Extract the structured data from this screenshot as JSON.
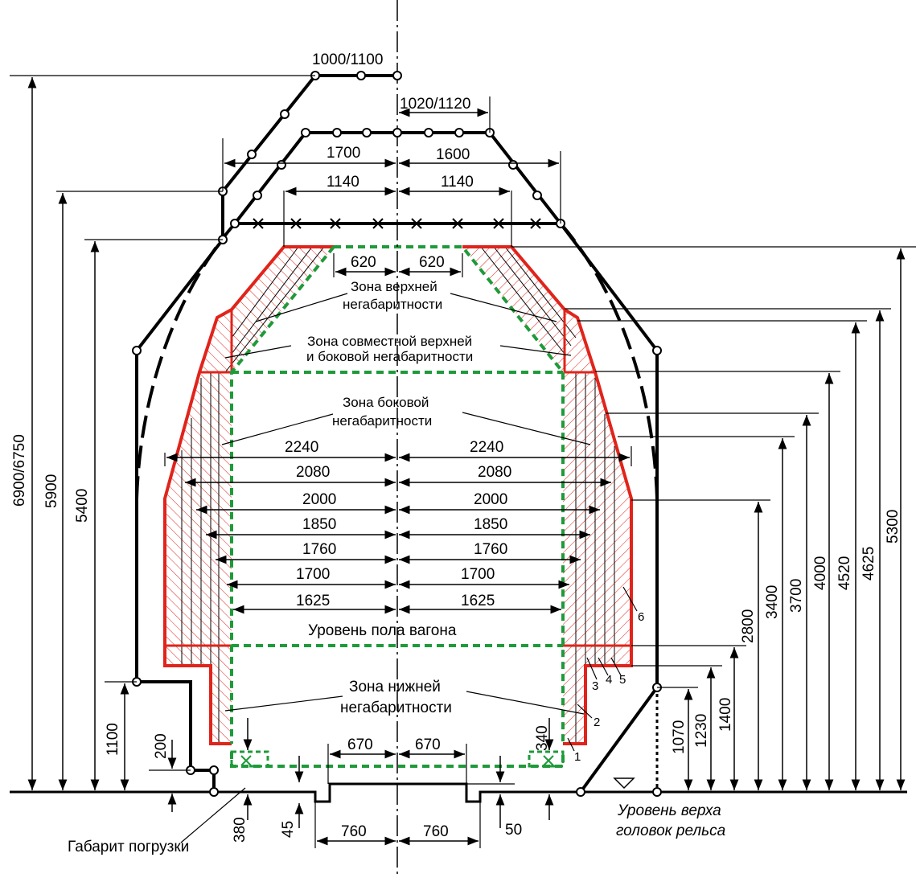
{
  "colors": {
    "outline": "#000000",
    "zone_border": "#e0241b",
    "hatch": "#e0241b",
    "green_dashed": "#1f9a3a"
  },
  "labels": {
    "zone_top": [
      "Зона верхней",
      "негабаритности"
    ],
    "zone_joint": [
      "Зона совместной верхней",
      "и боковой негабаритности"
    ],
    "zone_side": [
      "Зона боковой",
      "негабаритности"
    ],
    "zone_bottom": [
      "Зона нижней",
      "негабаритности"
    ],
    "floor_level": "Уровень пола вагона",
    "rail_level": [
      "Уровень верха",
      "головок рельса"
    ],
    "loading_gauge": "Габарит погрузки"
  },
  "top_dims": {
    "d_1000": "1000/1100",
    "d_1020": "1020/1120",
    "d_1700": "1700",
    "d_1600": "1600",
    "d_1140_l": "1140",
    "d_1140_r": "1140",
    "d_620_l": "620",
    "d_620_r": "620"
  },
  "width_dims": [
    {
      "left": "2240",
      "right": "2240"
    },
    {
      "left": "2080",
      "right": "2080"
    },
    {
      "left": "2000",
      "right": "2000"
    },
    {
      "left": "1850",
      "right": "1850"
    },
    {
      "left": "1760",
      "right": "1760"
    },
    {
      "left": "1700",
      "right": "1700"
    },
    {
      "left": "1625",
      "right": "1625"
    }
  ],
  "bottom_dims": {
    "d_670_l": "670",
    "d_670_r": "670",
    "d_760_l": "760",
    "d_760_r": "760",
    "d_380": "380",
    "d_45": "45",
    "d_50": "50",
    "d_200": "200",
    "d_340": "340"
  },
  "left_heights": {
    "h_6900": "6900/6750",
    "h_5900": "5900",
    "h_5400": "5400",
    "h_1100": "1100"
  },
  "right_heights": {
    "h_5300": "5300",
    "h_4625": "4625",
    "h_4520": "4520",
    "h_4000": "4000",
    "h_3700": "3700",
    "h_3400": "3400",
    "h_2800": "2800",
    "h_1400": "1400",
    "h_1230": "1230",
    "h_1070": "1070"
  },
  "zone_numbers": [
    "1",
    "2",
    "3",
    "4",
    "5",
    "6"
  ]
}
